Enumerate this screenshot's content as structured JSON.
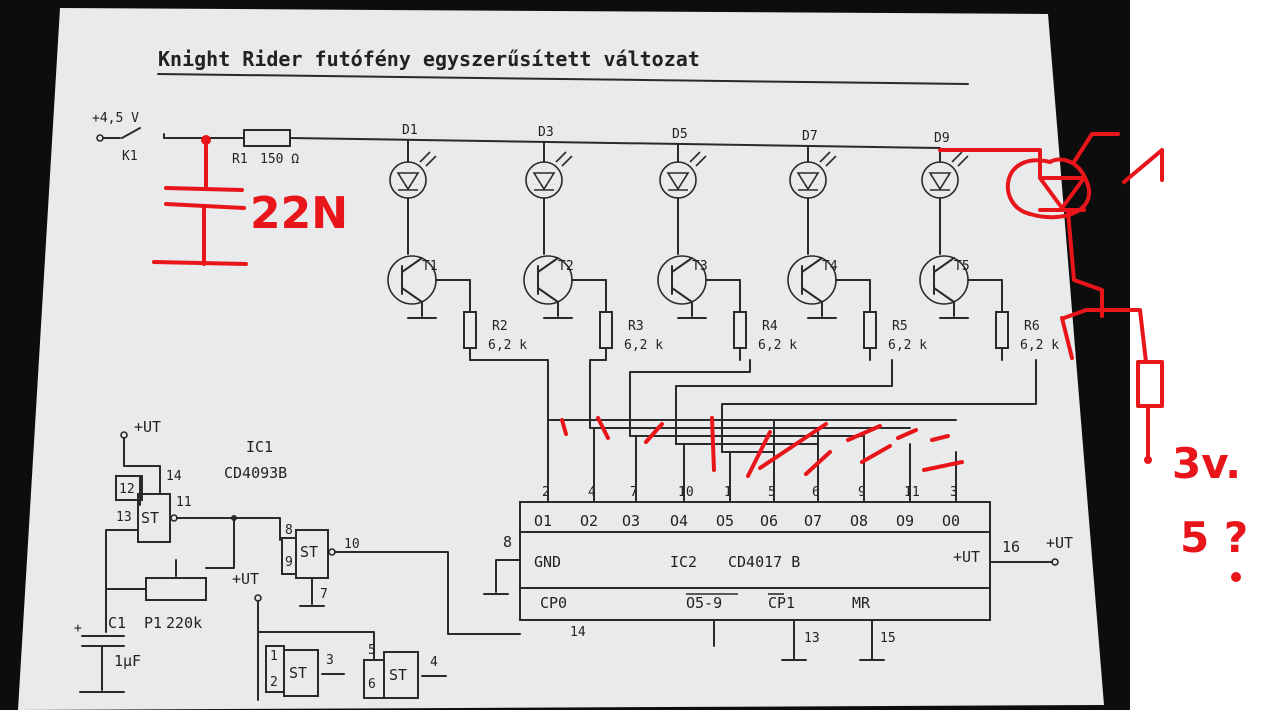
{
  "title": "Knight Rider futófény egyszerűsített változat",
  "supply": {
    "voltage": "+4,5 V",
    "switch": "K1"
  },
  "r1": {
    "name": "R1",
    "value": "150 Ω"
  },
  "leds": [
    "D1",
    "D3",
    "D5",
    "D7",
    "D9"
  ],
  "transistors": [
    "T1",
    "T2",
    "T3",
    "T4",
    "T5"
  ],
  "resistors": [
    {
      "name": "R2",
      "value": "6,2 k"
    },
    {
      "name": "R3",
      "value": "6,2 k"
    },
    {
      "name": "R4",
      "value": "6,2 k"
    },
    {
      "name": "R5",
      "value": "6,2 k"
    },
    {
      "name": "R6",
      "value": "6,2 k"
    }
  ],
  "ic1": {
    "name": "IC1",
    "part": "CD4093B",
    "gate_label": "ST",
    "pins": [
      "12",
      "14",
      "13",
      "11",
      "8",
      "9",
      "10",
      "7",
      "1",
      "2",
      "3",
      "5",
      "6",
      "4"
    ],
    "supply": "+UT"
  },
  "ic2": {
    "name": "IC2",
    "part": "CD4017 B",
    "outputs": [
      "O1",
      "O2",
      "O3",
      "O4",
      "O5",
      "O6",
      "O7",
      "O8",
      "O9",
      "O0"
    ],
    "output_pins": [
      "2",
      "4",
      "7",
      "10",
      "1",
      "5",
      "6",
      "9",
      "11",
      "3"
    ],
    "gnd_label": "GND",
    "gnd_pin": "8",
    "supply_label": "+UT",
    "supply_pin": "16",
    "bottom_labels": [
      "CP0",
      "O5-9",
      "CP1",
      "MR"
    ],
    "bottom_pins": [
      "14",
      "13",
      "15"
    ]
  },
  "c1": {
    "name": "C1",
    "value": "1µF"
  },
  "p1": {
    "name": "P1",
    "value": "220k"
  },
  "annotations": {
    "capacitor": "22N",
    "voltage_line1": "3v.",
    "voltage_line2": "5 ?"
  },
  "colors": {
    "paper": "#e9eaec",
    "ink": "#2a2a2a",
    "red": "#e8161b"
  }
}
